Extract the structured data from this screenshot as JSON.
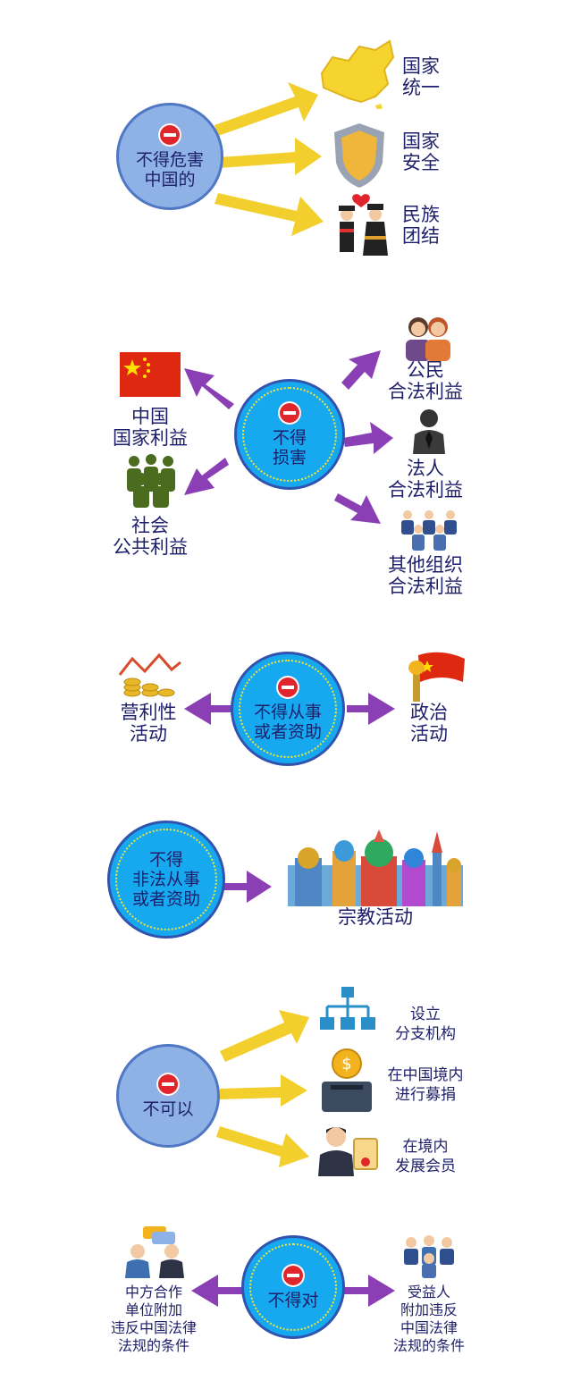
{
  "section1": {
    "center": "不得危害\n中国的",
    "items": [
      "国家\n统一",
      "国家\n安全",
      "民族\n团结"
    ],
    "icons": [
      "china-map-icon",
      "shield-icon",
      "ethnic-couple-icon"
    ]
  },
  "section2": {
    "center": "不得\n损害",
    "left": [
      "中国\n国家利益",
      "社会\n公共利益"
    ],
    "right": [
      "公民\n合法利益",
      "法人\n合法利益",
      "其他组织\n合法利益"
    ]
  },
  "section3": {
    "center": "不得从事\n或者资助",
    "left": "营利性\n活动",
    "right": "政治\n活动"
  },
  "section4": {
    "center": "不得\n非法从事\n或者资助",
    "right": "宗教活动"
  },
  "section5": {
    "center": "不可以",
    "items": [
      "设立\n分支机构",
      "在中国境内\n进行募捐",
      "在境内\n发展会员"
    ]
  },
  "section6": {
    "center": "不得对",
    "left": "中方合作\n单位附加\n违反中国法律\n法规的条件",
    "right": "受益人\n附加违反\n中国法律\n法规的条件"
  },
  "colors": {
    "yellow_arrow": "#f2cf2c",
    "purple_arrow": "#8b3fb5",
    "red_sign": "#e0252d",
    "circle_light": "#8fb2e6",
    "circle_bright": "#17a9f0"
  }
}
